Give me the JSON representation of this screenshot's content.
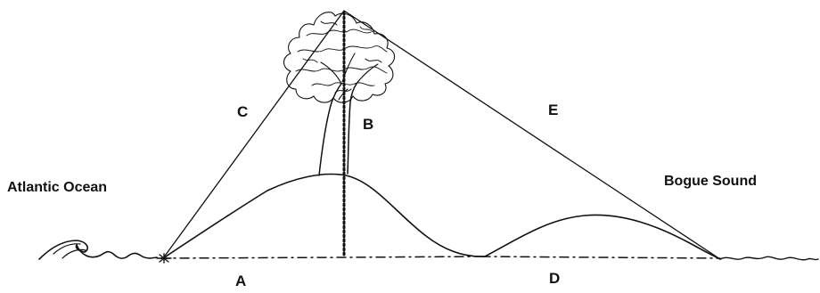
{
  "labels": {
    "a": "A",
    "b": "B",
    "c": "C",
    "d": "D",
    "e": "E"
  },
  "places": {
    "left": "Atlantic Ocean",
    "right": "Bogue Sound"
  },
  "colors": {
    "ink": "#111111",
    "background": "#ffffff"
  }
}
